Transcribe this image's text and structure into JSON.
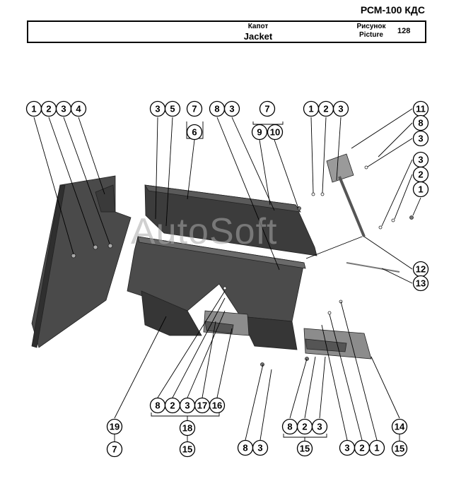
{
  "header": {
    "model": "РСМ-100 КДС",
    "title_ru": "Капот",
    "title_en": "Jacket",
    "picture_ru": "Рисунок",
    "picture_en": "Picture",
    "picture_number": "128"
  },
  "watermark": "AutoSoft",
  "callouts": {
    "c1": "1",
    "c2": "2",
    "c3": "3",
    "c4": "4",
    "c5": "3",
    "c6": "5",
    "c7": "7",
    "c8": "6",
    "c9": "8",
    "c10": "3",
    "c11": "7",
    "c12": "9",
    "c13": "10",
    "c14": "1",
    "c15": "2",
    "c16": "3",
    "c17": "11",
    "c18": "8",
    "c19": "3",
    "c20": "3",
    "c21": "2",
    "c22": "1",
    "c23": "12",
    "c24": "13",
    "c25": "8",
    "c26": "2",
    "c27": "3",
    "c28": "17",
    "c29": "16",
    "c30": "18",
    "c31": "15",
    "c32": "19",
    "c33": "7",
    "c34": "8",
    "c35": "3",
    "c36": "8",
    "c37": "2",
    "c38": "3",
    "c39": "15",
    "c40": "3",
    "c41": "2",
    "c42": "1",
    "c43": "14",
    "c44": "15"
  }
}
